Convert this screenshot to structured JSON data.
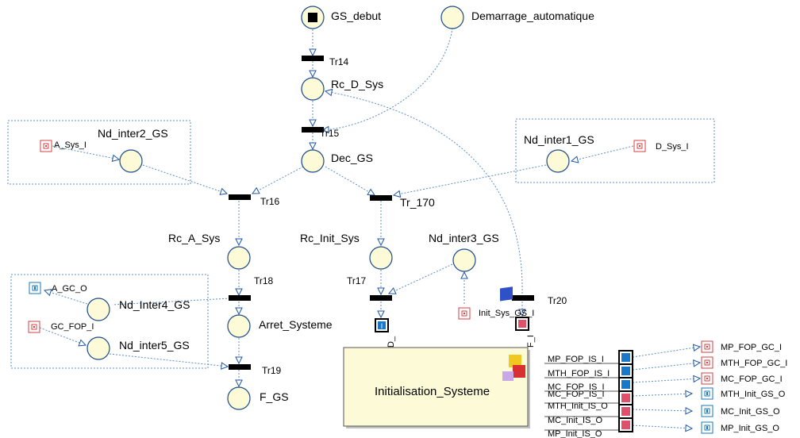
{
  "places": {
    "gs_debut": "GS_debut",
    "demarrage": "Demarrage_automatique",
    "rc_d_sys": "Rc_D_Sys",
    "dec_gs": "Dec_GS",
    "nd_inter2": "Nd_inter2_GS",
    "nd_inter1": "Nd_inter1_GS",
    "rc_a_sys": "Rc_A_Sys",
    "rc_init_sys": "Rc_Init_Sys",
    "nd_inter3": "Nd_inter3_GS",
    "nd_inter4": "Nd_Inter4_GS",
    "nd_inter5": "Nd_inter5_GS",
    "arret": "Arret_Systeme",
    "f_gs": "F_GS"
  },
  "transitions": {
    "tr14": "Tr14",
    "tr15": "Tr15",
    "tr16": "Tr16",
    "tr170": "Tr_170",
    "tr17": "Tr17",
    "tr18": "Tr18",
    "tr19": "Tr19",
    "tr20": "Tr20"
  },
  "ports": {
    "a_sys_i": "A_Sys_I",
    "d_sys_i": "D_Sys_I",
    "a_gc_o": "A_GC_O",
    "gc_fop_i": "GC_FOP_I",
    "init_sys_gs_i": "Init_Sys_GS_I",
    "d_port": "D_",
    "f_port": "F_I",
    "i_letter": "I"
  },
  "block": {
    "title": "Initialisation_Systeme",
    "inputs": [
      "MP_FOP_IS_I",
      "MTH_FOP_IS_I",
      "MC_FOP_IS_I"
    ],
    "outputs": [
      "MC_FOP_IS_I",
      "MTH_Init_IS_O",
      "MC_Init_IS_O",
      "MP_Init_IS_O"
    ]
  },
  "external": {
    "right_in": [
      "MP_FOP_GC_I",
      "MTH_FOP_GC_I",
      "MC_FOP_GC_I"
    ],
    "right_out": [
      "MTH_Init_GS_O",
      "MC_Init_GS_O",
      "MP_Init_GS_O"
    ]
  },
  "colors": {
    "place_fill": "#fdfbd7",
    "arc_blue": "#5b8fc9",
    "port_red": "#d04040",
    "port_blue": "#1a78b8",
    "block_fill": "#fdfbd7"
  }
}
